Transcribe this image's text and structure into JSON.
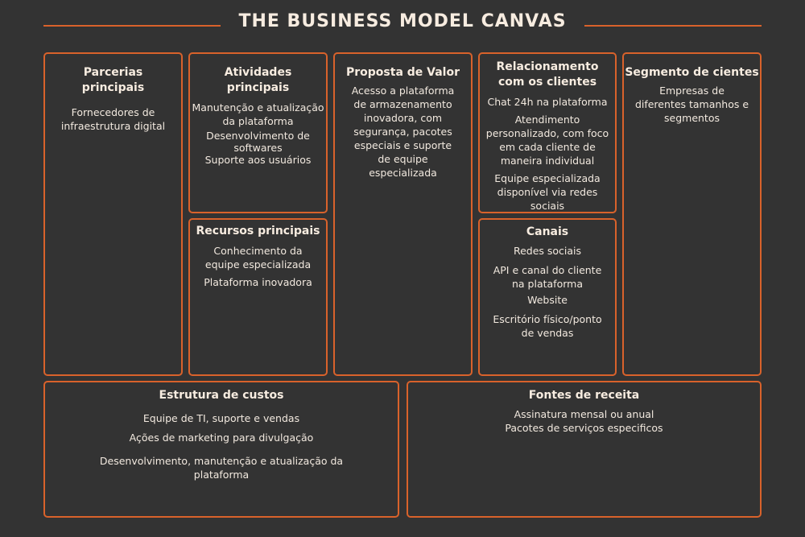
{
  "title": "THE BUSINESS MODEL CANVAS",
  "blocks": {
    "parcerias": {
      "heading": [
        "Parcerias",
        "principais"
      ],
      "lines": [
        "Fornecedores de",
        "infraestrutura digital"
      ]
    },
    "atividades": {
      "heading": [
        "Atividades",
        "principais"
      ],
      "lines": [
        "Manutenção e atualização",
        "da plataforma",
        "Desenvolvimento de",
        "softwares",
        "Suporte aos usuários"
      ]
    },
    "recursos": {
      "heading": [
        "Recursos principais"
      ],
      "lines": [
        "Conhecimento da",
        "equipe especializada",
        "Plataforma inovadora"
      ]
    },
    "proposta": {
      "heading": [
        "Proposta de Valor"
      ],
      "lines": [
        "Acesso a plataforma",
        "de armazenamento",
        "inovadora, com",
        "segurança, pacotes",
        "especiais e suporte",
        "de equipe",
        "especializada"
      ]
    },
    "relacionamento": {
      "heading": [
        "Relacionamento",
        "com os clientes"
      ],
      "lines": [
        "Chat 24h na plataforma",
        "Atendimento",
        "personalizado, com foco",
        "em cada cliente de",
        "maneira individual",
        "Equipe especializada",
        "disponível via redes",
        "sociais"
      ]
    },
    "canais": {
      "heading": [
        "Canais"
      ],
      "lines": [
        "Redes sociais",
        "API e canal do cliente",
        "na plataforma",
        "Website",
        "Escritório físico/ponto",
        "de vendas"
      ]
    },
    "segmento": {
      "heading": [
        "Segmento de cientes"
      ],
      "lines": [
        "Empresas de",
        "diferentes tamanhos e",
        "segmentos"
      ]
    },
    "custos": {
      "heading": [
        "Estrutura de custos"
      ],
      "lines": [
        "Equipe de TI, suporte e vendas",
        "Ações de marketing para divulgação",
        "Desenvolvimento, manutenção e atualização da",
        "plataforma"
      ]
    },
    "receita": {
      "heading": [
        "Fontes de receita"
      ],
      "lines": [
        "Assinatura mensal ou anual",
        "Pacotes de serviços especificos"
      ]
    }
  }
}
